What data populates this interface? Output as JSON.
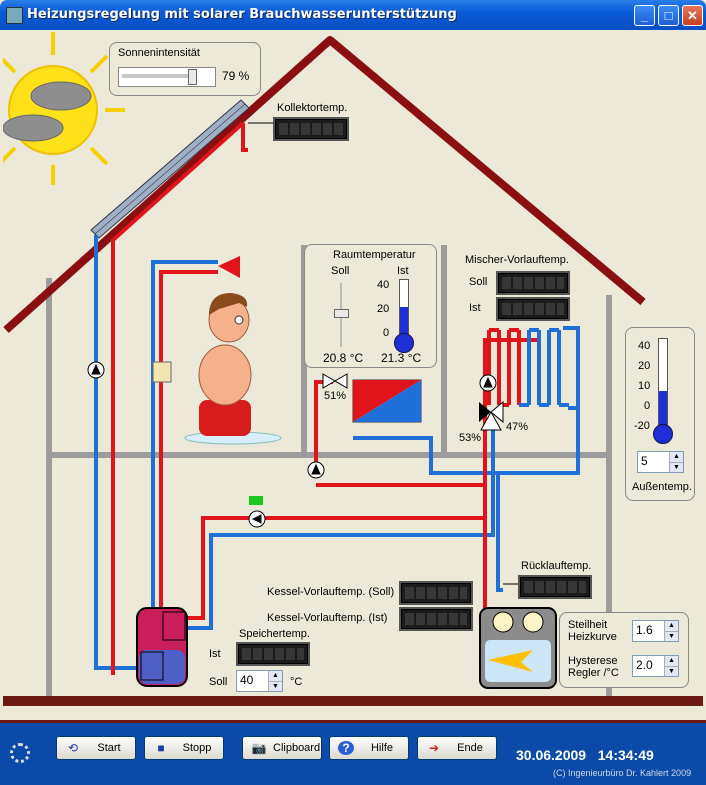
{
  "window": {
    "title": "Heizungsregelung mit solarer Brauchwasserunterstützung"
  },
  "sun": {
    "label": "Sonnenintensität",
    "value": 79,
    "value_text": "79 %"
  },
  "collector": {
    "label": "Kollektortemp."
  },
  "room": {
    "title": "Raumtemperatur",
    "soll_label": "Soll",
    "ist_label": "Ist",
    "scale": [
      "40",
      "20",
      "0"
    ],
    "soll_value": "20.8 °C",
    "ist_value": "21.3 °C",
    "ist_level": 0.53
  },
  "mixer": {
    "title": "Mischer-Vorlauftemp.",
    "soll_label": "Soll",
    "ist_label": "Ist",
    "valve_top": "51%",
    "valve_left": "53%",
    "valve_right": "47%"
  },
  "outside": {
    "scale": [
      "40",
      "20",
      "10",
      "0",
      "-20"
    ],
    "value": "5",
    "label": "Außentemp.",
    "level": 0.42
  },
  "return_temp": {
    "label": "Rücklauftemp."
  },
  "boiler": {
    "soll_label": "Kessel-Vorlauftemp. (Soll)",
    "ist_label": "Kessel-Vorlauftemp. (Ist)"
  },
  "storage": {
    "title": "Speichertemp.",
    "ist_label": "Ist",
    "soll_label": "Soll",
    "soll_value": "40",
    "unit": "°C"
  },
  "params": {
    "slope_label_1": "Steilheit",
    "slope_label_2": "Heizkurve",
    "slope_value": "1.6",
    "hyst_label_1": "Hysterese",
    "hyst_label_2": "Regler /°C",
    "hyst_value": "2.0"
  },
  "toolbar": {
    "start": "Start",
    "stop": "Stopp",
    "clipboard": "Clipboard",
    "help": "Hilfe",
    "end": "Ende"
  },
  "status": {
    "date": "30.06.2009",
    "time": "14:34:49",
    "copyright": "(C) Ingenieurbüro Dr. Kahlert 2009"
  },
  "colors": {
    "hot": "#e0141a",
    "cold": "#1e6fd8",
    "roof": "#8b0f10",
    "wall": "#9c9c9c",
    "bar": "#0b4aa8"
  }
}
